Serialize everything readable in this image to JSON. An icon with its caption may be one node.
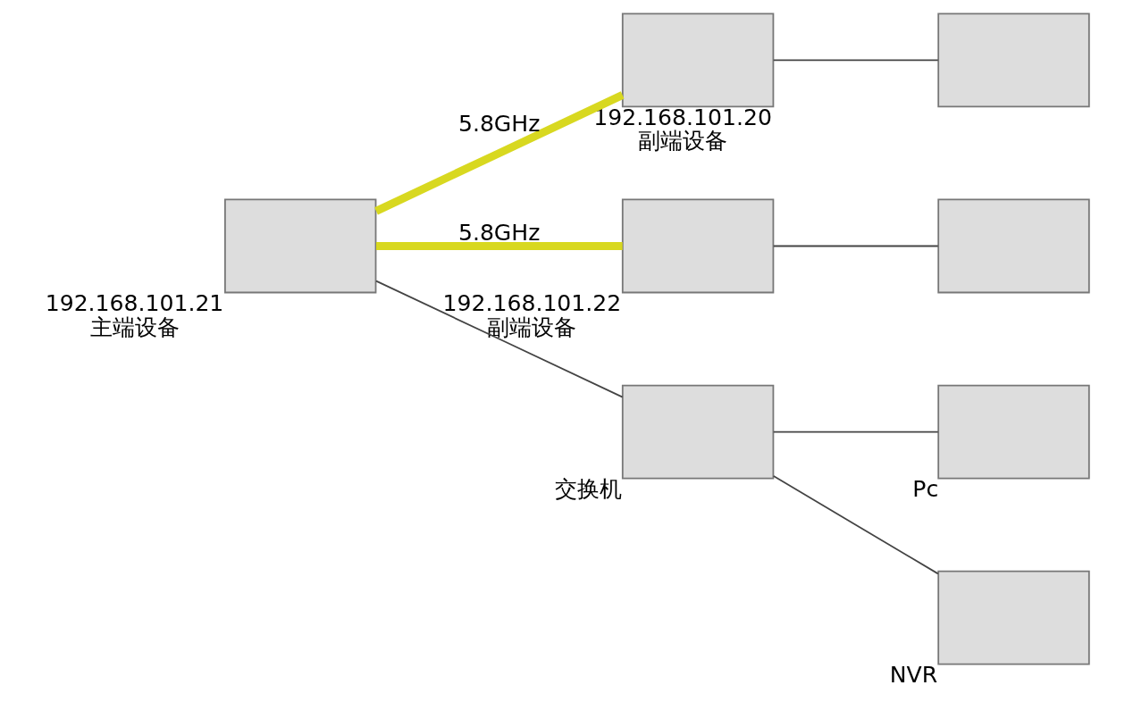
{
  "diagram": {
    "nodes": [
      {
        "text": [],
        "shape": "box",
        "beside": [
          "192.168.101.21",
          "主端设备"
        ]
      },
      {
        "text": [],
        "shape": "box",
        "beside": [
          "192.168.101.20",
          "副端设备"
        ]
      },
      {
        "text": [],
        "shape": "box",
        "beside": [
          "192.168.101.22",
          "副端设备"
        ]
      },
      {
        "text": [],
        "shape": "box"
      },
      {
        "text": [],
        "shape": "box"
      },
      {
        "text": [],
        "shape": "box",
        "beside": [
          "交换机"
        ]
      },
      {
        "text": [],
        "shape": "box",
        "beside": [
          "Pc"
        ]
      },
      {
        "text": [],
        "shape": "box",
        "beside": [
          "NVR"
        ]
      }
    ],
    "edges": [
      {
        "from": 0,
        "to": 1,
        "arrow": "none",
        "label": "5.8GHz",
        "style": "thick",
        "color": "#d8d820"
      },
      {
        "from": 0,
        "to": 2,
        "arrow": "none",
        "label": "5.8GHz",
        "style": "thick",
        "color": "#d8d820"
      },
      {
        "from": 1,
        "to": 3,
        "arrow": "none"
      },
      {
        "from": 2,
        "to": 4,
        "arrow": "none"
      },
      {
        "from": 0,
        "to": 5,
        "arrow": "none"
      },
      {
        "from": 5,
        "to": 6,
        "arrow": "none"
      },
      {
        "from": 5,
        "to": 7,
        "arrow": "none"
      }
    ]
  }
}
